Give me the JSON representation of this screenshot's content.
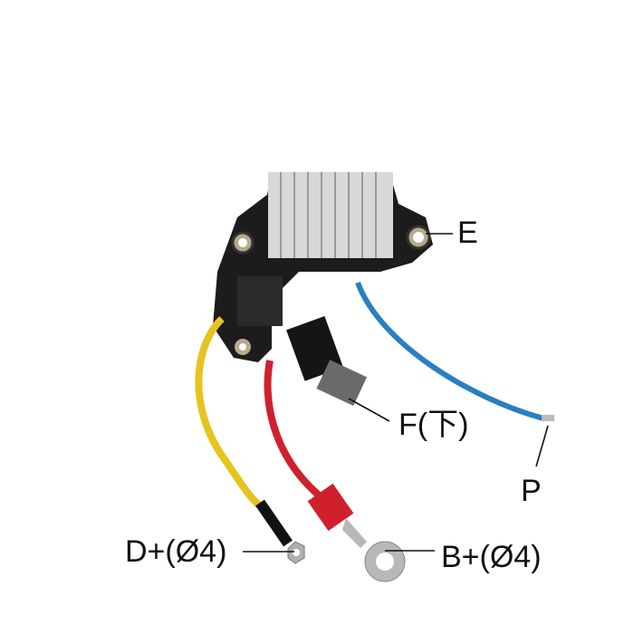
{
  "labels": {
    "e": "E",
    "f": "F(下)",
    "p": "P",
    "d_plus": "D+(Ø4)",
    "b_plus": "B+(Ø4)"
  },
  "colors": {
    "housing": "#1c1c1c",
    "heatsink": "#d8d8d8",
    "wire_yellow": "#e6c420",
    "wire_red": "#d0202e",
    "wire_blue": "#2a7fc0",
    "terminal": "#b8b8b8"
  }
}
